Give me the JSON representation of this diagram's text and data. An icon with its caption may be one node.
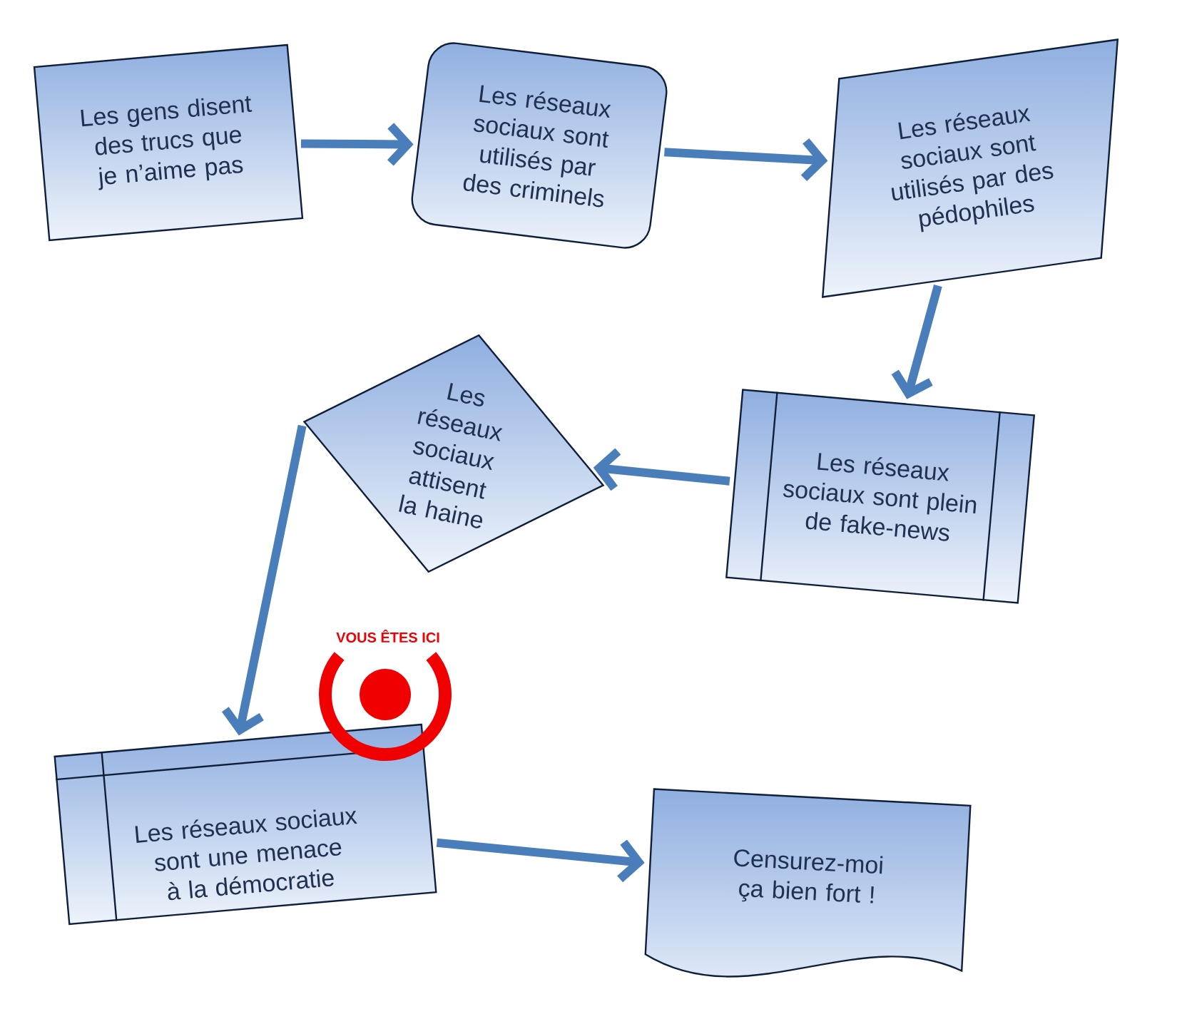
{
  "diagram": {
    "nodes": [
      {
        "text": [
          "Les gens disent des trucs que je n’aime pas"
        ]
      },
      {
        "text": [
          "Les réseaux sociaux sont utilisés par des criminels"
        ]
      },
      {
        "text": [
          "Les réseaux sociaux sont utilisés par des pédophiles"
        ]
      },
      {
        "text": [
          "Les réseaux sociaux sont plein de fake-news"
        ]
      },
      {
        "text": [
          "Les réseaux sociaux attisent la haine"
        ]
      },
      {
        "text": [
          "Les réseaux sociaux sont une menace à la démocratie"
        ]
      },
      {
        "text": [
          "Censurez-moi ça bien fort !"
        ]
      }
    ],
    "edges": [
      {
        "from": 0,
        "to": 1,
        "arrow": "to"
      },
      {
        "from": 1,
        "to": 2,
        "arrow": "to"
      },
      {
        "from": 2,
        "to": 3,
        "arrow": "to"
      },
      {
        "from": 3,
        "to": 4,
        "arrow": "to"
      },
      {
        "from": 4,
        "to": 5,
        "arrow": "to"
      },
      {
        "from": 5,
        "to": 6,
        "arrow": "to"
      }
    ],
    "labels": [
      "VOUS ÊTES ICI"
    ]
  }
}
